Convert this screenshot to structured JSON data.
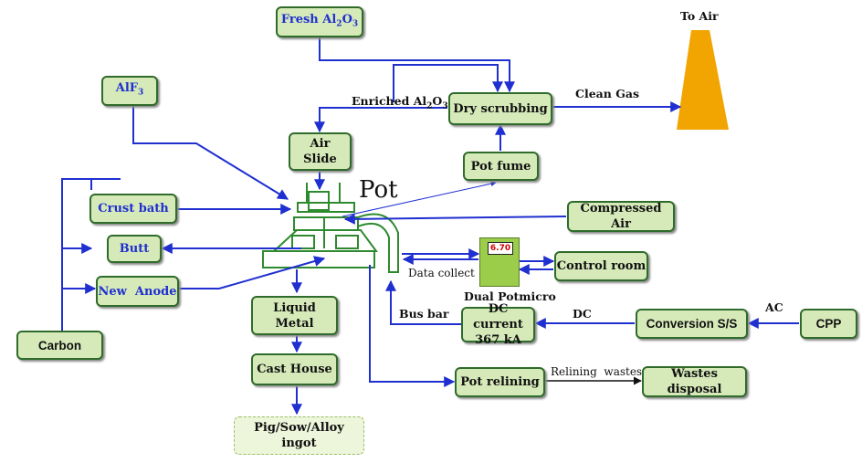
{
  "nodes": {
    "fresh_alumina": {
      "prefix": "Fresh Al",
      "sub1": "2",
      "mid": "O",
      "sub2": "3"
    },
    "to_air": "To Air",
    "alf3": {
      "prefix": "AlF",
      "sub": "3"
    },
    "dry_scrubbing": "Dry scrubbing",
    "clean_gas": "Clean Gas",
    "enriched_alumina": {
      "prefix": "Enriched Al",
      "sub1": "2",
      "mid": "O",
      "sub2": "3"
    },
    "air_slide": {
      "line1": "Air",
      "line2": "Slide"
    },
    "pot_fume": "Pot fume",
    "pot": "Pot",
    "crust_bath": "Crust bath",
    "compressed_air": "Compressed Air",
    "butt": "Butt",
    "carbon": "Carbon",
    "new_anode": "New  Anode",
    "meter_reading": "6.70",
    "data_collect": "Data collect",
    "control_room": "Control room",
    "dual_potmicro": "Dual Potmicro",
    "liquid_metal": {
      "line1": "Liquid",
      "line2": "Metal"
    },
    "bus_bar": "Bus bar",
    "dc_current": {
      "line1": "DC current",
      "line2": "367 kA"
    },
    "dc": "DC",
    "ac": "AC",
    "conversion": "Conversion S/S",
    "cpp": "CPP",
    "cast_house": "Cast House",
    "pot_relining": "Pot relining",
    "relining_wastes": "Relining  wastes",
    "wastes_disposal": "Wastes disposal",
    "ingot": "Pig/Sow/Alloy ingot"
  },
  "colors": {
    "box_fill": "#d6eab9",
    "box_border": "#2f6b2a",
    "arrow": "#1f2fd0",
    "stack": "#f2a400",
    "meter": "#9bcc4a",
    "pot_outline": "#2f8a2f"
  }
}
